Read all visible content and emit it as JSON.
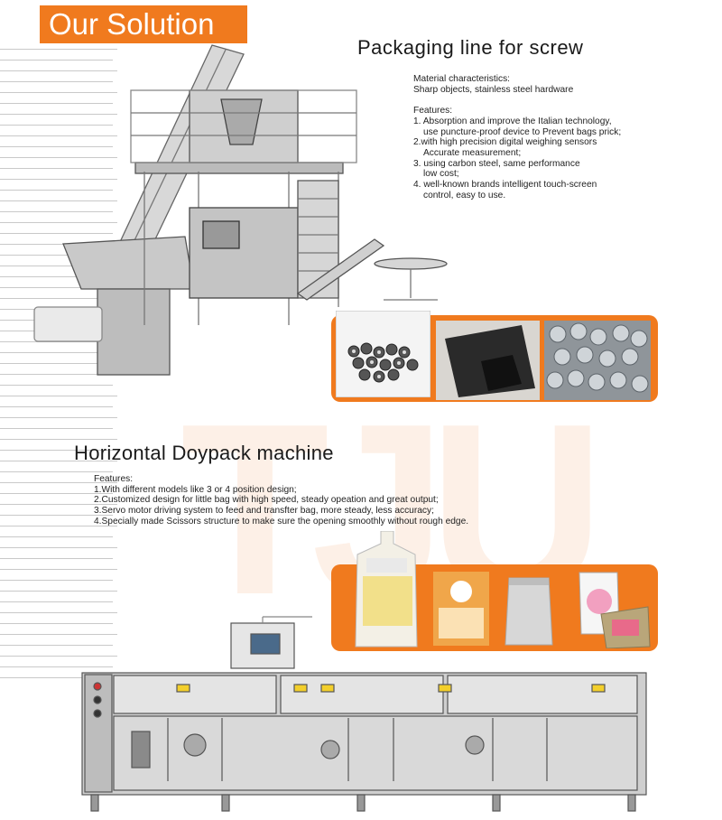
{
  "header": {
    "banner": "Our Solution"
  },
  "section1": {
    "title": "Packaging line for screw",
    "material_heading": "Material characteristics:",
    "material_text": "Sharp objects, stainless steel hardware",
    "features_heading": "Features:",
    "features": [
      [
        "1. Absorption and improve the Italian technology,",
        "use puncture-proof device to Prevent bags prick;"
      ],
      [
        "2.with high precision digital weighing sensors",
        "Accurate measurement;"
      ],
      [
        "3. using carbon steel, same performance",
        "low cost;"
      ],
      [
        "4. well-known brands intelligent touch-screen",
        "control, easy to use."
      ]
    ]
  },
  "section2": {
    "title": "Horizontal Doypack machine",
    "features_heading": "Features:",
    "features": [
      "1.With different models like 3 or 4 position design;",
      "2.Customized design for little bag with high speed, steady opeation and great output;",
      "3.Servo motor driving system to feed and transfter bag, more steady, less accuracy;",
      "4.Specially made Scissors structure to make sure the opening smoothly without rough edge."
    ]
  },
  "colors": {
    "accent": "#f07a1e",
    "rule": "#c9c9c9"
  }
}
